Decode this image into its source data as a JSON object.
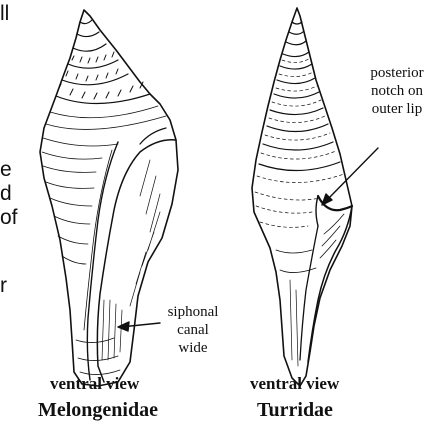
{
  "left_edge_text": {
    "lines": [
      "ll",
      "",
      "",
      "",
      "",
      "",
      "",
      "e",
      "d",
      "of",
      "",
      "",
      "",
      "r"
    ]
  },
  "left_specimen": {
    "view_label": "ventral view",
    "family_label": "Melongenidae",
    "annotation": [
      "siphonal",
      "canal",
      "wide"
    ]
  },
  "right_specimen": {
    "view_label": "ventral view",
    "family_label": "Turridae",
    "annotation": [
      "posterior",
      "notch on",
      "outer lip"
    ]
  },
  "colors": {
    "ink": "#111111",
    "background": "#ffffff"
  }
}
